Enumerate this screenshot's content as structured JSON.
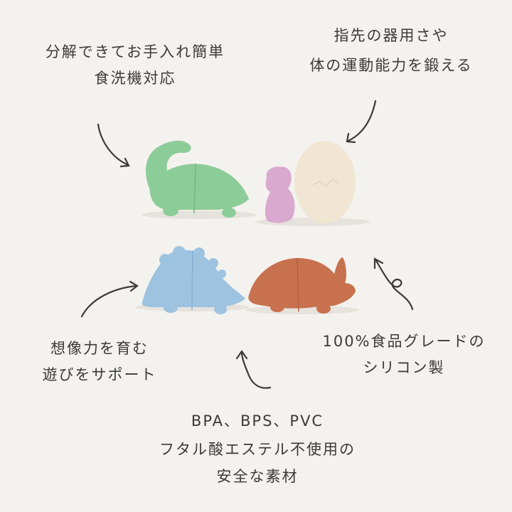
{
  "captions": {
    "top_left": [
      "分解できてお手入れ簡単",
      "食洗機対応"
    ],
    "top_right": [
      "指先の器用さや",
      "体の運動能力を鍛える"
    ],
    "bottom_left": [
      "想像力を育む",
      "遊びをサポート"
    ],
    "bottom_right": [
      "100%食品グレードの",
      "シリコン製"
    ],
    "bottom_center": [
      "BPA、BPS、PVC",
      "フタル酸エステル不使用の",
      "安全な素材"
    ]
  },
  "colors": {
    "background": "#f4f2ee",
    "green_dino": "#8ccc98",
    "pink_dino": "#d9a9cf",
    "egg": "#f0e6d3",
    "blue_dino": "#9dc3e0",
    "orange_dino": "#c8714f"
  }
}
